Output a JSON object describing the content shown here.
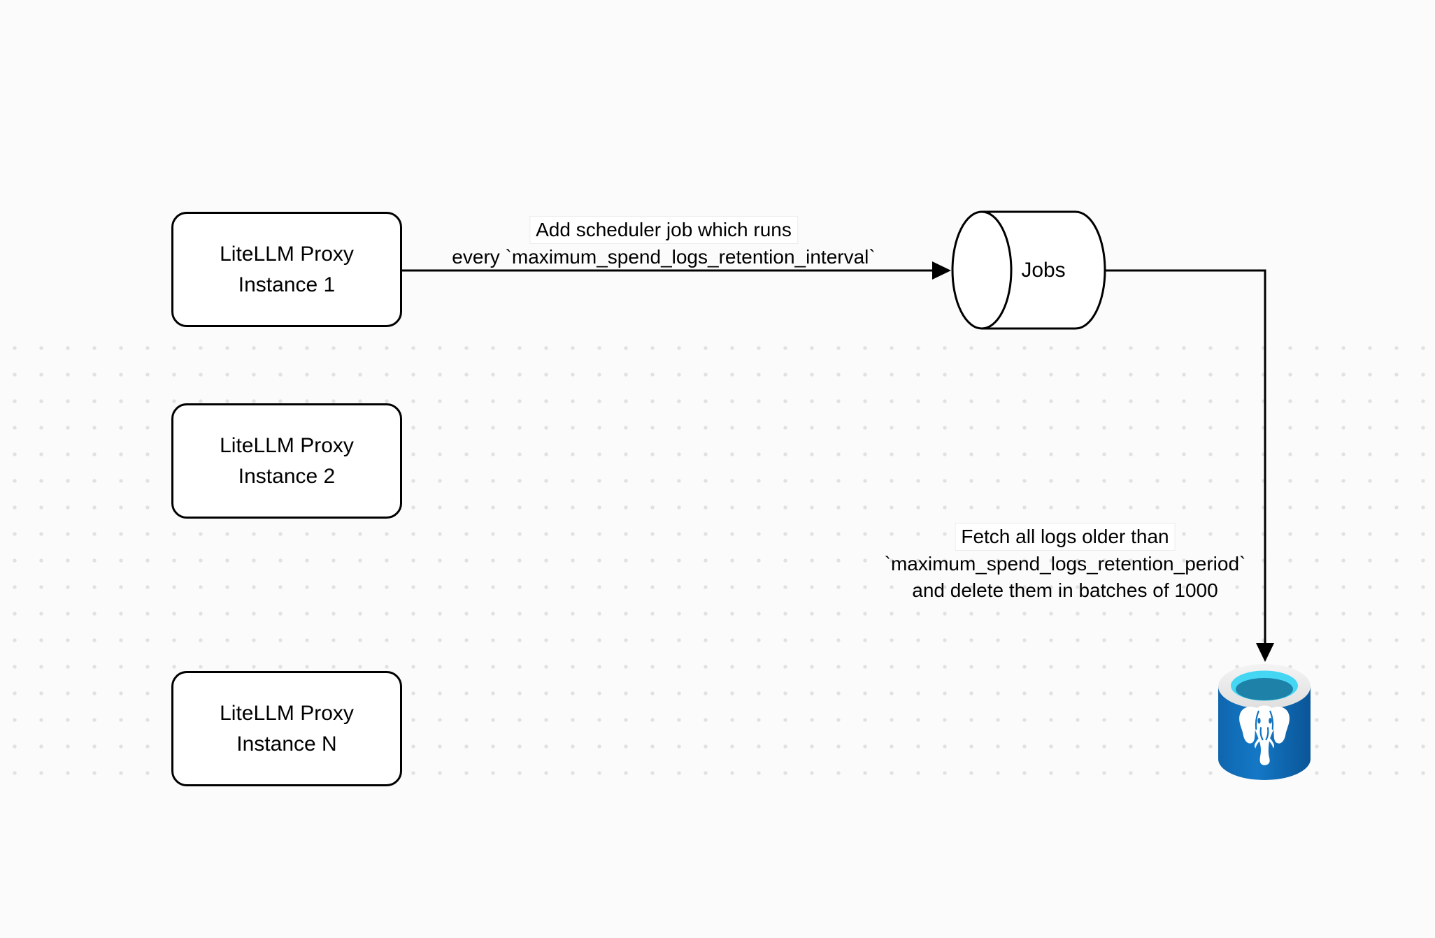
{
  "canvas": {
    "background": "#FBFBFB",
    "dot_color": "#E1E1E1",
    "stroke_color": "#000000"
  },
  "nodes": {
    "instance1": {
      "line1": "LiteLLM Proxy",
      "line2": "Instance 1"
    },
    "instance2": {
      "line1": "LiteLLM Proxy",
      "line2": "Instance 2"
    },
    "instanceN": {
      "line1": "LiteLLM Proxy",
      "line2": "Instance N"
    },
    "jobs": {
      "label": "Jobs"
    },
    "postgres": {
      "icon": "postgresql-database-icon",
      "body_color": "#1173BE",
      "rim_color": "#EDEDED",
      "top_cyan": "#45D6F4",
      "top_teal": "#1E81A8"
    }
  },
  "edges": {
    "scheduler": {
      "line1": "Add scheduler job which runs",
      "line2": "every `maximum_spend_logs_retention_interval`"
    },
    "fetch": {
      "line1": "Fetch all logs older than",
      "line2": "`maximum_spend_logs_retention_period`",
      "line3": "and delete them in batches of 1000"
    }
  }
}
